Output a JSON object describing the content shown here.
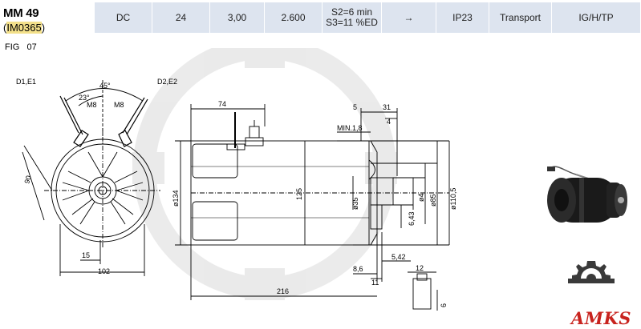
{
  "model": {
    "title": "MM 49",
    "code_open": "(",
    "code": "IM0365",
    "code_close": ")"
  },
  "specs": [
    {
      "key": "voltage_type",
      "value": "DC"
    },
    {
      "key": "voltage",
      "value": "24"
    },
    {
      "key": "power",
      "value": "3,00"
    },
    {
      "key": "speed",
      "value": "2.600"
    },
    {
      "key": "duty_line1",
      "value": "S2=6 min"
    },
    {
      "key": "duty_line2",
      "value": "S3=11 %ED"
    },
    {
      "key": "rotation",
      "value": "→"
    },
    {
      "key": "protection",
      "value": "IP23"
    },
    {
      "key": "application",
      "value": "Transport"
    },
    {
      "key": "classes",
      "value": "IG/H/TP"
    }
  ],
  "figure": {
    "label": "FIG",
    "number": "07"
  },
  "front_view": {
    "terminal_left": "D1,E1",
    "terminal_right": "D2,E2",
    "angle_total": "45°",
    "angle_half": "23°",
    "thread_left": "M8",
    "thread_right": "M8",
    "diameter": "90",
    "offset": "15",
    "width": "102"
  },
  "side_view": {
    "dim_74": "74",
    "dim_134": "ø134",
    "dim_125": "125",
    "dim_216": "216",
    "dim_5": "5",
    "dim_31": "31",
    "dim_4": "4",
    "dim_min": "MIN.1,8",
    "dim_35": "ø35",
    "dim_643": "6,43",
    "dim_4v": "ø4",
    "dim_85": "ø85",
    "dim_1105": "ø110,5",
    "dim_542": "5,42",
    "dim_86": "8,6",
    "dim_11": "11",
    "dim_12": "12",
    "dim_6": "6"
  },
  "brand": {
    "logo_text": "AMKS"
  },
  "colors": {
    "header_cell": "#dde4ef",
    "highlight": "#f3e08a",
    "brand_red": "#c8231e"
  }
}
